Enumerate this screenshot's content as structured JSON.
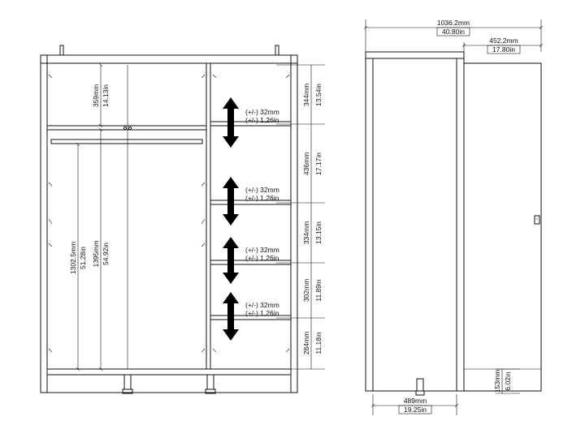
{
  "overall_width": {
    "mm": "1036.2mm",
    "in": "40.80in"
  },
  "side_depth": {
    "mm": "452.2mm",
    "in": "17.80in"
  },
  "base_depth": {
    "mm": "489mm",
    "in": "19.25in"
  },
  "leg_height": {
    "mm": "153mm",
    "in": "6.02in"
  },
  "left_top_shelf": {
    "mm": "359mm",
    "in": "14.13in"
  },
  "hanging_height_a": {
    "mm": "1302.5mm",
    "in": "51.28in"
  },
  "hanging_height_b": {
    "mm": "1395mm",
    "in": "54.92in"
  },
  "shelf_gaps": [
    {
      "mm": "344mm",
      "in": "13.54in"
    },
    {
      "mm": "436mm",
      "in": "17.17in"
    },
    {
      "mm": "334mm",
      "in": "13.15in"
    },
    {
      "mm": "302mm",
      "in": "11.89in"
    },
    {
      "mm": "284mm",
      "in": "11.18in"
    }
  ],
  "adjust_labels": [
    {
      "mm": "(+/-) 32mm",
      "in": "(+/-) 1,26in"
    },
    {
      "mm": "(+/-) 32mm",
      "in": "(+/-) 1,26in"
    },
    {
      "mm": "(+/-) 32mm",
      "in": "(+/-) 1,26in"
    },
    {
      "mm": "(+/-) 32mm",
      "in": "(+/-) 1,26in"
    }
  ],
  "colors": {
    "line": "#111111",
    "arrow": "#000000",
    "background": "#ffffff"
  }
}
